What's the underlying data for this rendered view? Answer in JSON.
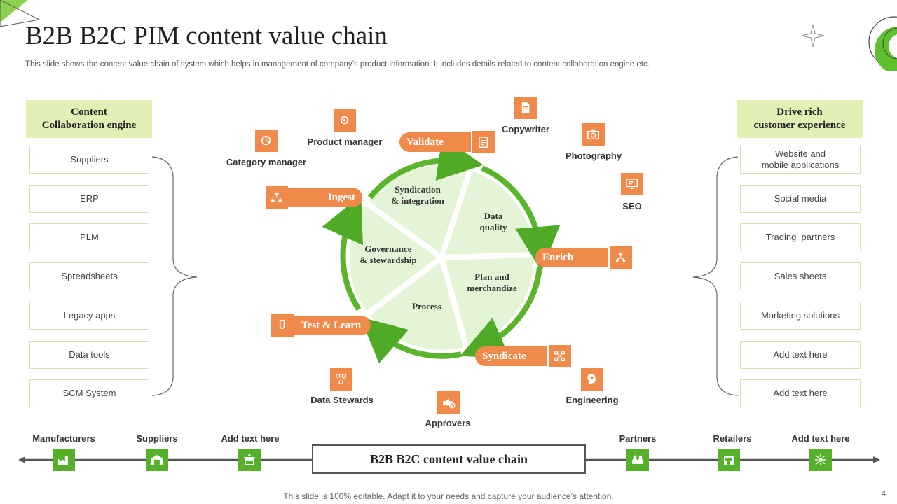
{
  "slide": {
    "title": "B2B B2C PIM content value chain",
    "subtitle": "This slide shows the content value chain of system which helps in management of company’s product information. It includes details related to content collaboration engine etc.",
    "footer": "This slide is 100% editable. Adapt it to your needs and capture your audience’s attention.",
    "page_number": "4"
  },
  "left_panel": {
    "heading_line1": "Content",
    "heading_line2": "Collaboration engine",
    "items": [
      "Suppliers",
      "ERP",
      "PLM",
      "Spreadsheets",
      "Legacy apps",
      "Data tools",
      "SCM System"
    ]
  },
  "right_panel": {
    "heading_line1": "Drive rich",
    "heading_line2": "customer experience",
    "items": [
      {
        "line1": "Website and",
        "line2": "mobile applications"
      },
      {
        "line1": "Social media",
        "line2": ""
      },
      {
        "line1": "Trading  partners",
        "line2": ""
      },
      {
        "line1": "Sales sheets",
        "line2": ""
      },
      {
        "line1": "Marketing solutions",
        "line2": ""
      },
      {
        "line1": "Add text here",
        "line2": ""
      },
      {
        "line1": "Add text here",
        "line2": ""
      }
    ]
  },
  "cycle": {
    "segments": [
      {
        "line1": "Syndication",
        "line2": "& integration"
      },
      {
        "line1": "Data",
        "line2": "quality"
      },
      {
        "line1": "Plan and",
        "line2": "merchandize"
      },
      {
        "line1": "Process",
        "line2": ""
      },
      {
        "line1": "Governance",
        "line2": "& stewardship"
      }
    ],
    "stages": [
      "Validate",
      "Enrich",
      "Syndicate",
      "Test & Learn",
      "Ingest"
    ]
  },
  "roles": {
    "product_manager": "Product manager",
    "category_manager": "Category manager",
    "copywriter": "Copywriter",
    "photography": "Photography",
    "seo": "SEO",
    "data_stewards": "Data Stewards",
    "approvers": "Approvers",
    "engineering": "Engineering"
  },
  "bottom_chain": {
    "center_label": "B2B B2C content value chain",
    "nodes": [
      "Manufacturers",
      "Suppliers",
      "Add text here",
      "Partners",
      "Retailers",
      "Add text here"
    ]
  },
  "colors": {
    "accent_orange": "#f08a4b",
    "accent_green": "#57b02c",
    "light_green": "#e2efb5",
    "segment_fill": "#e3f5d6"
  }
}
